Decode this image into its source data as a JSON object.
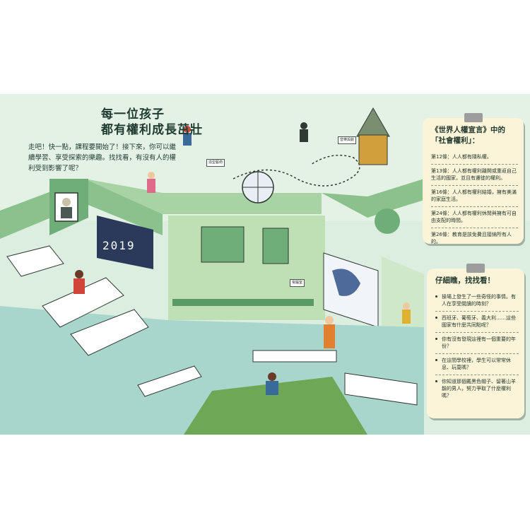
{
  "title_line1": "每一位孩子",
  "title_line2": "都有權利成長茁壯",
  "intro_text": "走吧！快一點，課程要開始了！接下來，你可以繼續學習、享受探索的樂趣。找找看，有沒有人的權利受到影響了呢？",
  "rights_card": {
    "title": "《世界人權宣言》中的「社會權利」：",
    "items": [
      "第12條：人人都有隱私權。",
      "第13條：人人都有權利離開或重返自己生活的國家，並且有遷徙的權利。",
      "第16條：人人都有權利結婚，擁有美滿的家庭生活。",
      "第24條：人人都有權利休閒與擁有可自由支配的時間。",
      "第26條：教育是該免費且接納所有人的。"
    ]
  },
  "find_card": {
    "title": "仔細瞧，找找看！",
    "items": [
      "操場上發生了一些奇怪的事情。有人在享受閱讀的時刻？",
      "西班牙、葡萄牙、義大利……這些國家有什麼共同點呢？",
      "你有沒有發現這裡有一個重要的年份？",
      "在這間學校裡，學生可以常常休息、玩耍嗎？",
      "你知道那個戴黑色帽子、留著山羊鬍的男人，努力爭取了什麼權利嗎？"
    ]
  },
  "board_year": "2019",
  "sign_left": "造型藝術",
  "sign_right": "音樂與劇",
  "sign_lab": "電腦室"
}
